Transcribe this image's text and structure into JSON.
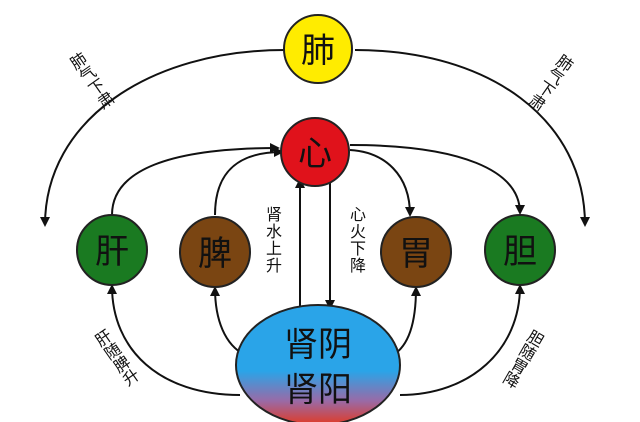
{
  "organs": {
    "lung": "肺",
    "heart": "心",
    "liver": "肝",
    "spleen": "脾",
    "stomach": "胃",
    "gallbladder": "胆",
    "kidney_yin": "肾阴",
    "kidney_yang": "肾阳"
  },
  "labels": {
    "lung_qi_left": "肺气下肃",
    "lung_qi_right": "肺气下肃",
    "kidney_water_rises": "肾水上升",
    "heart_fire_descends": "心火下降",
    "liver_with_spleen_rises": "肝随脾升",
    "gallbladder_with_stomach_descends": "胆随胃降"
  },
  "colors": {
    "lung": "#ffec00",
    "heart": "#e0121b",
    "liver": "#1a7a21",
    "spleen_stomach": "#7a4512",
    "kidney_top": "#2aa4e8",
    "kidney_bottom": "#e23a24",
    "arrow": "#111111"
  }
}
